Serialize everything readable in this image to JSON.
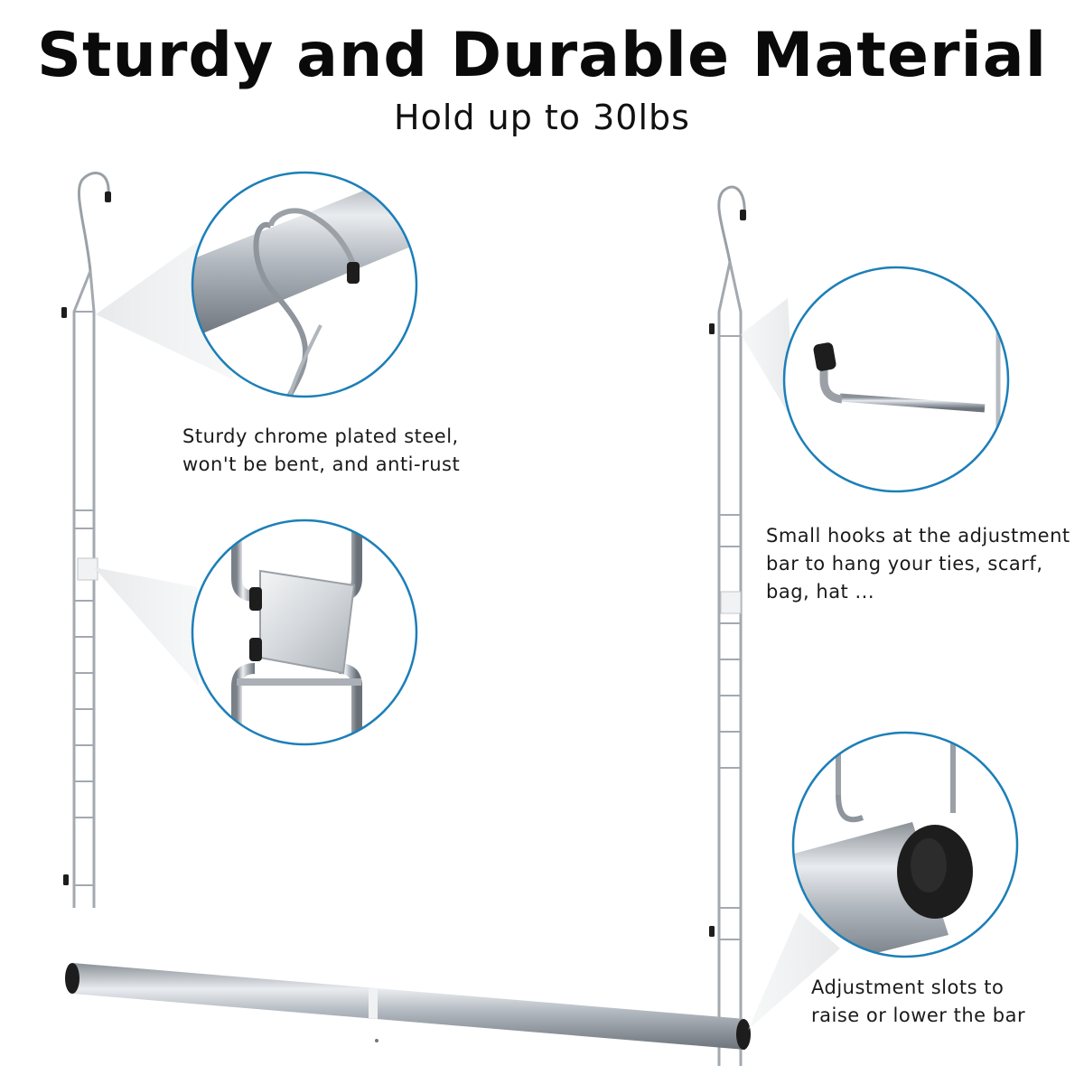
{
  "header": {
    "title": "Sturdy and Durable Material",
    "subtitle": "Hold up to 30lbs"
  },
  "captions": {
    "steel": [
      "Sturdy chrome plated steel,",
      "won't be bent, and anti-rust"
    ],
    "hooks": [
      "Small hooks at the adjustment",
      "bar to hang your ties, scarf,",
      "bag, hat ..."
    ],
    "slots": [
      "Adjustment slots to",
      "raise or lower the bar"
    ]
  },
  "colors": {
    "circle_border": "#1c7fb8",
    "chrome": "#b9bec4",
    "rubber_cap": "#1d1d1d"
  },
  "icons": {
    "hanger": "closet-rod-hanger-icon",
    "detail_hook": "s-hook-detail-icon",
    "detail_clip": "connector-clip-detail-icon",
    "detail_small_hook": "small-hook-detail-icon",
    "detail_end_cap": "end-cap-detail-icon"
  }
}
